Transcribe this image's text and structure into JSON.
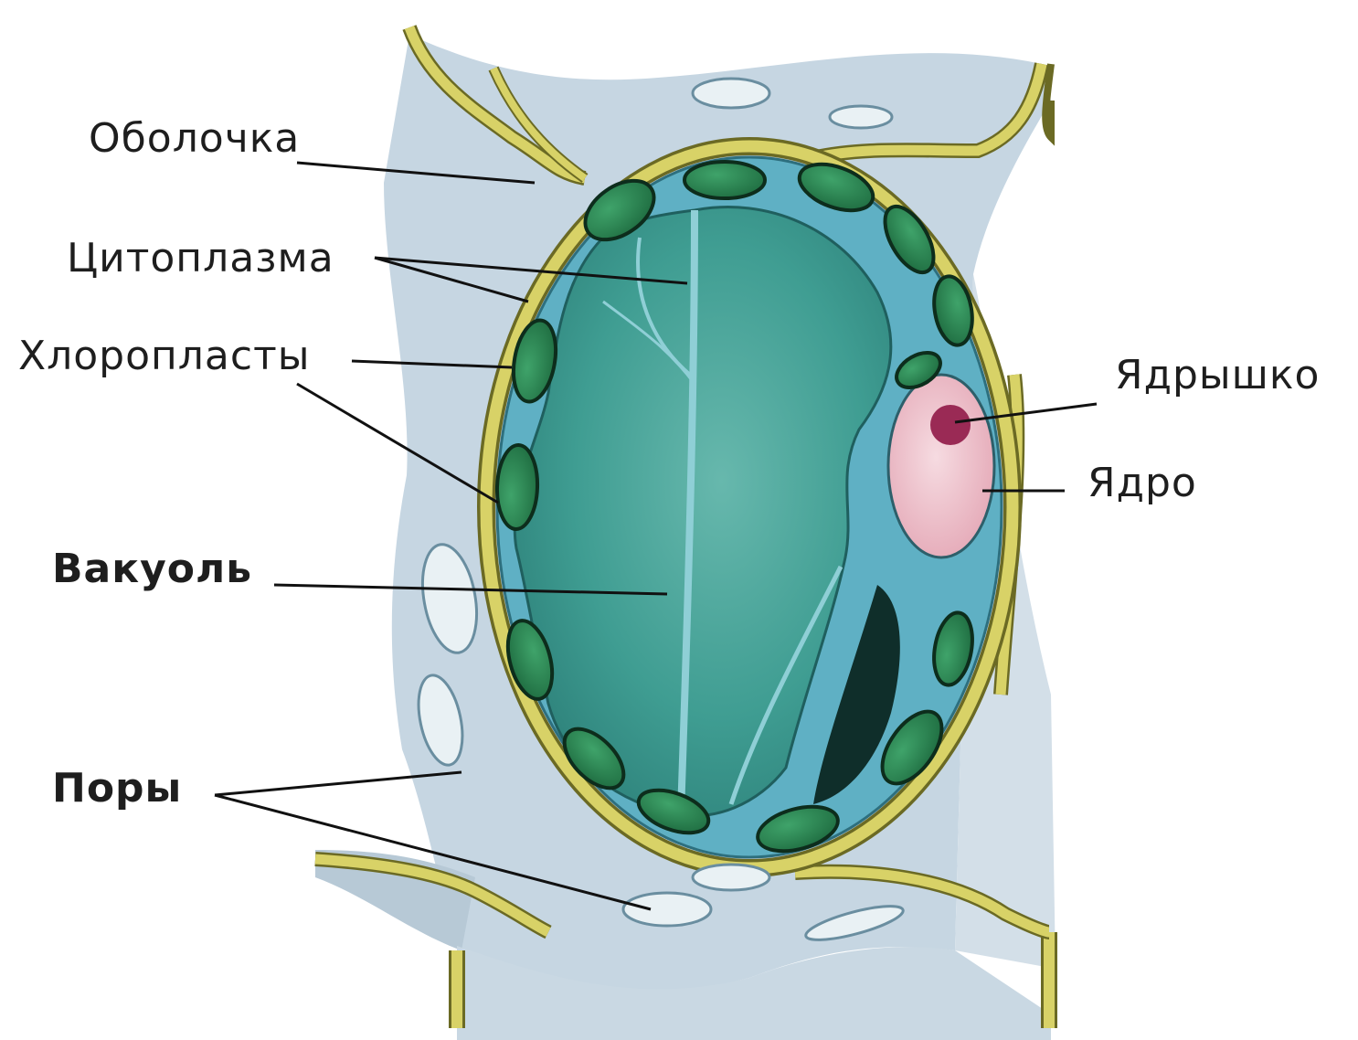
{
  "labels": {
    "wall": "Оболочка",
    "cytoplasm": "Цитоплазма",
    "chloroplasts": "Хлоропласты",
    "vacuole": "Вакуоль",
    "pores": "Поры",
    "nucleolus": "Ядрышко",
    "nucleus": "Ядро"
  },
  "colors": {
    "cell_wall": "#d8d267",
    "cell_wall_edge": "#6b6a24",
    "neighbor_cells": "#c4d4e0",
    "cytoplasm": "#5fb0c4",
    "vacuole": "#3b9a90",
    "chloroplast": "#2f8a55",
    "nucleus": "#eec6cf",
    "nucleolus": "#9a2a55"
  }
}
